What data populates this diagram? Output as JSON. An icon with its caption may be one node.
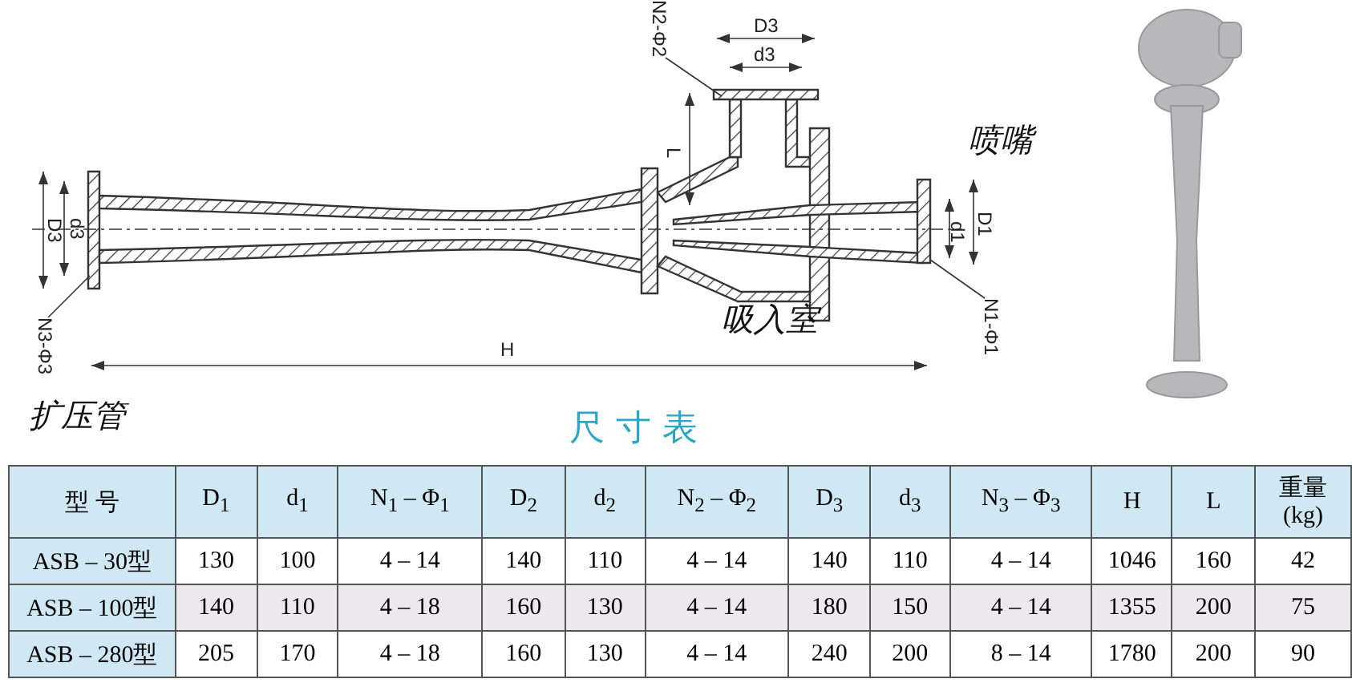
{
  "diagram": {
    "title": "尺 寸 表",
    "nodes": [
      {
        "text": [
          "N2-Φ2"
        ]
      },
      {
        "text": [
          "N3-Φ3"
        ]
      },
      {
        "text": [
          "N1-Φ1"
        ]
      }
    ],
    "edges": [
      {
        "from": 0,
        "to": null,
        "arrow": "none"
      },
      {
        "from": 1,
        "to": null,
        "arrow": "none"
      },
      {
        "from": 2,
        "to": null,
        "arrow": "none"
      }
    ],
    "labels": [
      "D3",
      "d3",
      "喷嘴",
      "L",
      "D3",
      "d3",
      "d1",
      "D1",
      "吸入室",
      "H",
      "扩压管",
      "型 号",
      "D$_{1}$",
      "d$_{1}$",
      "N$_{1}$ – Φ$_{1}$",
      "D$_{2}$",
      "d$_{2}$",
      "N$_{2}$ – Φ$_{2}$",
      "D$_{3}$",
      "d$_{3}$",
      "N$_{3}$ – Φ$_{3}$",
      "H",
      "L",
      "重量 (kg)",
      "ASB – 30型",
      "130",
      "100",
      "4 – 14",
      "140",
      "110",
      "4 – 14",
      "140",
      "110",
      "4 – 14",
      "1046",
      "160",
      "42",
      "ASB – 100型",
      "140",
      "110",
      "4 – 18",
      "160",
      "130",
      "4 – 14",
      "180",
      "150",
      "4 – 14",
      "1355",
      "200",
      "75",
      "ASB – 280型",
      "205",
      "170",
      "4 – 18",
      "160",
      "130",
      "4 – 14",
      "240",
      "200",
      "8 – 14",
      "1780",
      "200",
      "90"
    ]
  }
}
